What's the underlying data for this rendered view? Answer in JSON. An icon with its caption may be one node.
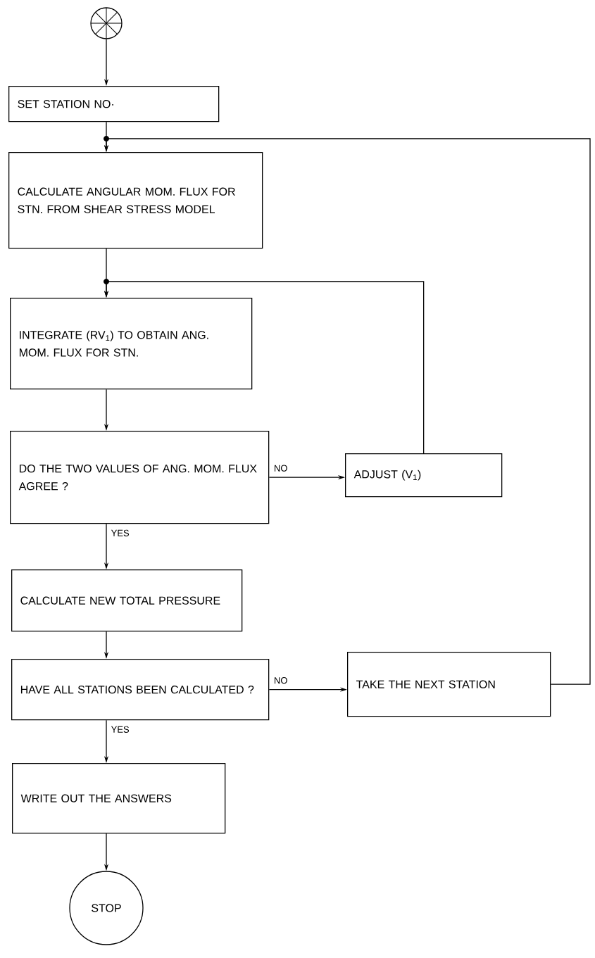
{
  "diagram": {
    "nodes": [
      {
        "text": [],
        "shape": "circle"
      },
      {
        "text": [
          "SET STATION NO·"
        ]
      },
      {
        "text": [
          "CALCULATE ANGULAR MOM. FLUX FOR STN. FROM SHEAR STRESS MODEL"
        ]
      },
      {
        "text": [
          "INTEGRATE (RV$_{1}$) TO OBTAIN ANG. MOM. FLUX FOR STN."
        ]
      },
      {
        "text": [
          "DO THE TWO VALUES OF ANG. MOM. FLUX AGREE ?"
        ]
      },
      {
        "text": [
          "ADJUST (V$_{1}$)"
        ]
      },
      {
        "text": [
          "CALCULATE NEW TOTAL PRESSURE"
        ]
      },
      {
        "text": [
          "HAVE ALL STATIONS BEEN CALCULATED ?"
        ]
      },
      {
        "text": [
          "TAKE THE NEXT STATION"
        ]
      },
      {
        "text": [
          "WRITE OUT THE ANSWERS"
        ]
      },
      {
        "text": [
          "STOP"
        ]
      }
    ],
    "edges": [
      {
        "from": 0,
        "to": 1,
        "arrow": "to"
      },
      {
        "from": 1,
        "to": 2,
        "arrow": "to"
      },
      {
        "from": 2,
        "to": 3,
        "arrow": "to"
      },
      {
        "from": 3,
        "to": 4,
        "arrow": "to"
      },
      {
        "from": 4,
        "to": 5,
        "arrow": "to",
        "label": "NO"
      },
      {
        "from": 5,
        "to": 3,
        "arrow": "to"
      },
      {
        "from": 4,
        "to": 6,
        "arrow": "to",
        "label": "YES"
      },
      {
        "from": 6,
        "to": 7,
        "arrow": "to"
      },
      {
        "from": 7,
        "to": 8,
        "arrow": "to",
        "label": "NO"
      },
      {
        "from": 8,
        "to": 2,
        "arrow": "to"
      },
      {
        "from": 7,
        "to": 9,
        "arrow": "to",
        "label": "YES"
      },
      {
        "from": 9,
        "to": 10,
        "arrow": "to"
      }
    ]
  }
}
